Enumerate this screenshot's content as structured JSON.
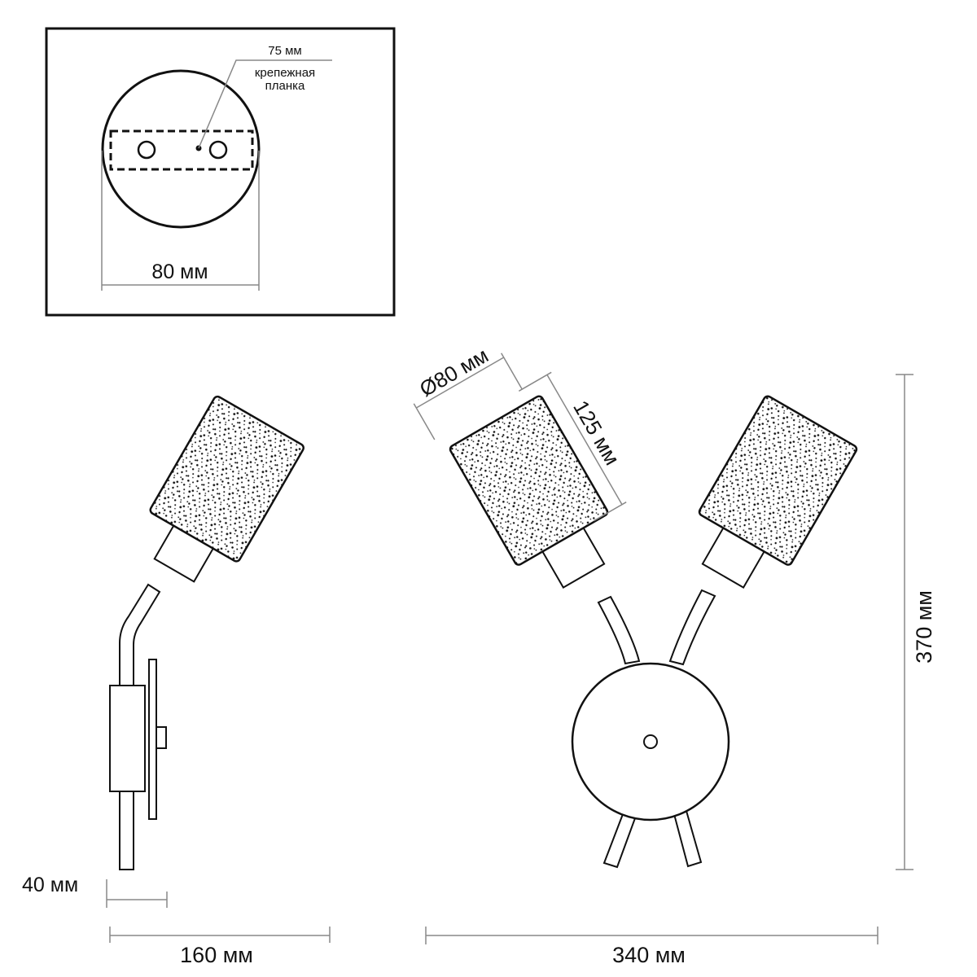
{
  "inset": {
    "mount_plate_offset": "75 мм",
    "mount_plate_label_line1": "крепежная",
    "mount_plate_label_line2": "планка",
    "base_diameter": "80 мм"
  },
  "side_view": {
    "depth_wall": "40 мм",
    "projection": "160 мм"
  },
  "front_view": {
    "shade_diameter": "Ø80 мм",
    "shade_length": "125 мм",
    "height": "370 мм",
    "width": "340 мм"
  },
  "colors": {
    "line": "#111111",
    "dimension": "#888888"
  }
}
